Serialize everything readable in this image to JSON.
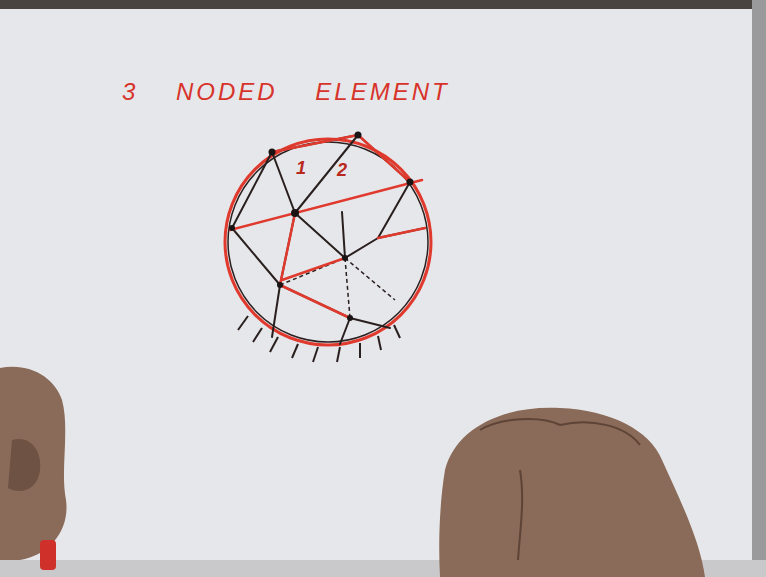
{
  "diagram": {
    "title": "3 NODED ELEMENT",
    "labels": [
      "1",
      "2"
    ]
  }
}
